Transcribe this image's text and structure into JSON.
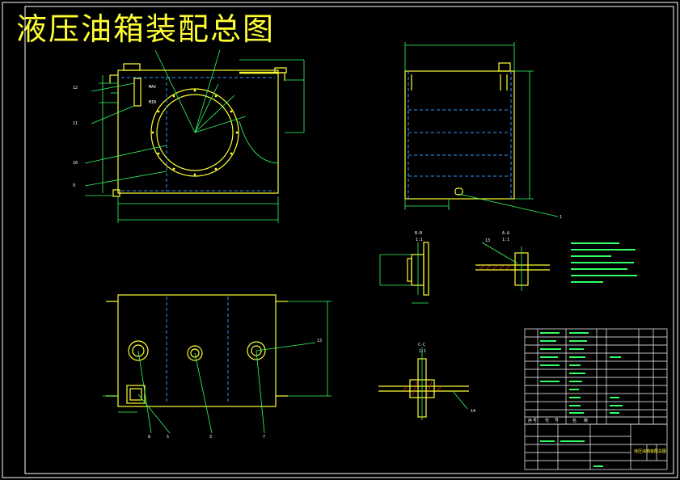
{
  "drawing": {
    "title": "液压油箱装配总图",
    "colors": {
      "background": "#000000",
      "frame": "#ffffff",
      "outline": "#ffff33",
      "dimension": "#33ff66",
      "hidden": "#3399ff",
      "leader": "#33ff66",
      "section_red": "#ff3333"
    }
  },
  "front_view": {
    "level_labels": [
      "MAX",
      "MIN"
    ],
    "part_numbers": [
      "12",
      "11",
      "10",
      "9"
    ]
  },
  "side_view": {
    "part_numbers": [
      "1"
    ]
  },
  "plan_view": {
    "part_numbers": [
      "13",
      "8",
      "5",
      "3",
      "7"
    ]
  },
  "section_bb": {
    "label": "B-B",
    "scale": "1:1"
  },
  "section_aa": {
    "label": "A-A",
    "scale": "1:1",
    "part_numbers": [
      "13"
    ]
  },
  "section_cc": {
    "label": "C-C",
    "scale": "1:1",
    "part_numbers": [
      "14"
    ]
  },
  "title_block": {
    "drawing_name": "液压油箱装配总图",
    "header": [
      "序",
      "号",
      "代",
      "号",
      "名",
      "称"
    ]
  }
}
